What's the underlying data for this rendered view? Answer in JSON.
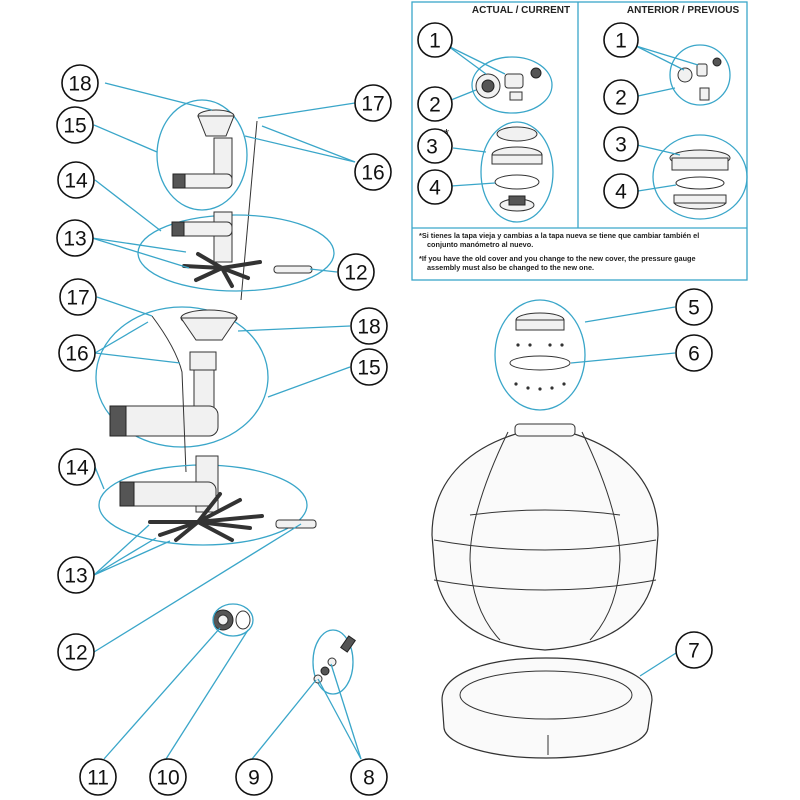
{
  "header_current": "ACTUAL / CURRENT",
  "header_previous": "ANTERIOR / PREVIOUS",
  "note_es_line1": "*Si tienes la tapa vieja y cambias a la tapa nueva se tiene que cambiar también el",
  "note_es_line2": "conjunto manómetro al nuevo.",
  "note_en_line1": "*If you have the old cover and you change to the new cover, the pressure gauge",
  "note_en_line2": "assembly must also be changed to the new one.",
  "callouts": {
    "top18": "18",
    "top15": "15",
    "top17": "17",
    "top16": "16",
    "top14": "14",
    "top13": "13",
    "top12": "12",
    "mid17": "17",
    "mid16": "16",
    "mid18": "18",
    "mid15": "15",
    "mid14": "14",
    "mid13": "13",
    "mid12": "12",
    "c11": "11",
    "c10": "10",
    "c9": "9",
    "c8": "8",
    "c7": "7",
    "c5": "5",
    "c6": "6",
    "cur1": "1",
    "cur2": "2",
    "cur3": "3",
    "cur3_star": "*",
    "cur4": "4",
    "prev1": "1",
    "prev2": "2",
    "prev3": "3",
    "prev4": "4"
  }
}
